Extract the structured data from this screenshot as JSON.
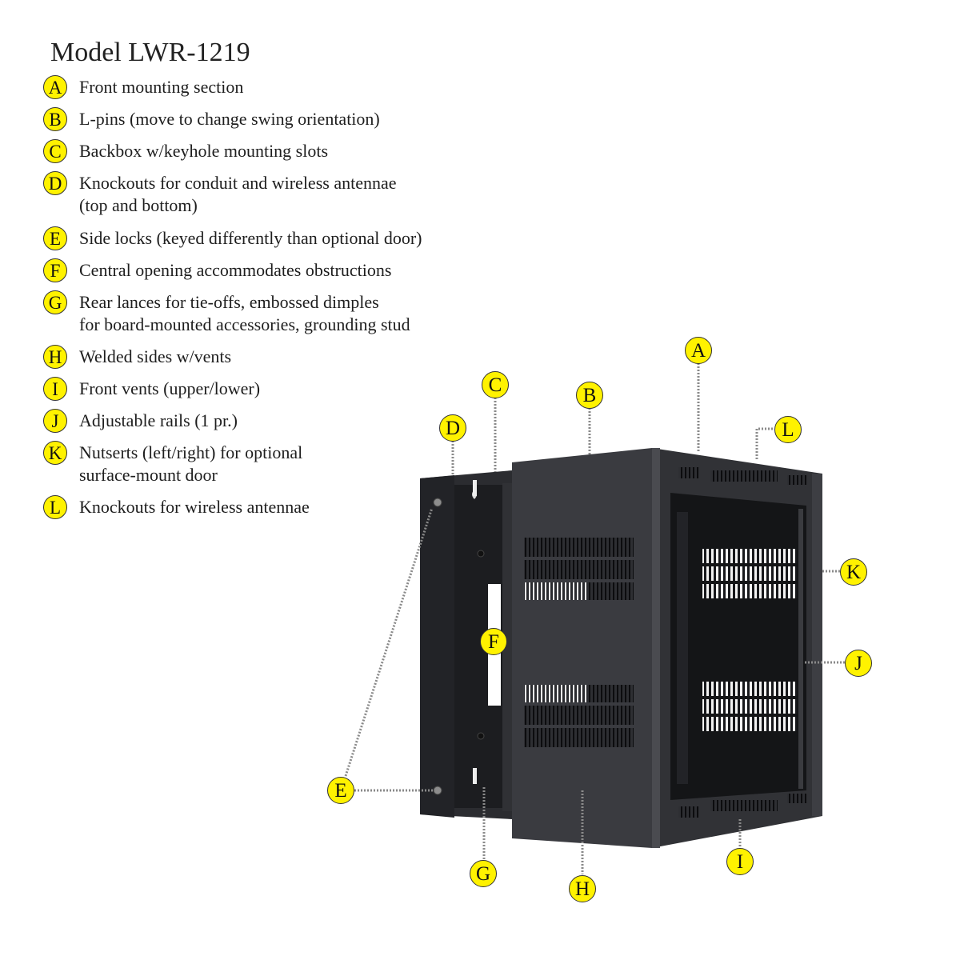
{
  "title": "Model LWR-1219",
  "badge_color": "#fff200",
  "legend": [
    {
      "letter": "A",
      "text": "Front mounting section"
    },
    {
      "letter": "B",
      "text": "L-pins (move to change swing orientation)"
    },
    {
      "letter": "C",
      "text": "Backbox w/keyhole mounting slots"
    },
    {
      "letter": "D",
      "text": "Knockouts for conduit and wireless antennae\n(top and bottom)"
    },
    {
      "letter": "E",
      "text": "Side locks (keyed differently than optional door)"
    },
    {
      "letter": "F",
      "text": "Central opening accommodates obstructions"
    },
    {
      "letter": "G",
      "text": "Rear lances for tie-offs, embossed dimples\nfor board-mounted accessories, grounding stud"
    },
    {
      "letter": "H",
      "text": "Welded sides w/vents"
    },
    {
      "letter": "I",
      "text": "Front vents (upper/lower)"
    },
    {
      "letter": "J",
      "text": "Adjustable rails (1 pr.)"
    },
    {
      "letter": "K",
      "text": "Nutserts (left/right) for optional\nsurface-mount door"
    },
    {
      "letter": "L",
      "text": "Knockouts for wireless antennae"
    }
  ],
  "callouts": [
    "A",
    "B",
    "C",
    "D",
    "E",
    "F",
    "G",
    "H",
    "I",
    "J",
    "K",
    "L"
  ]
}
